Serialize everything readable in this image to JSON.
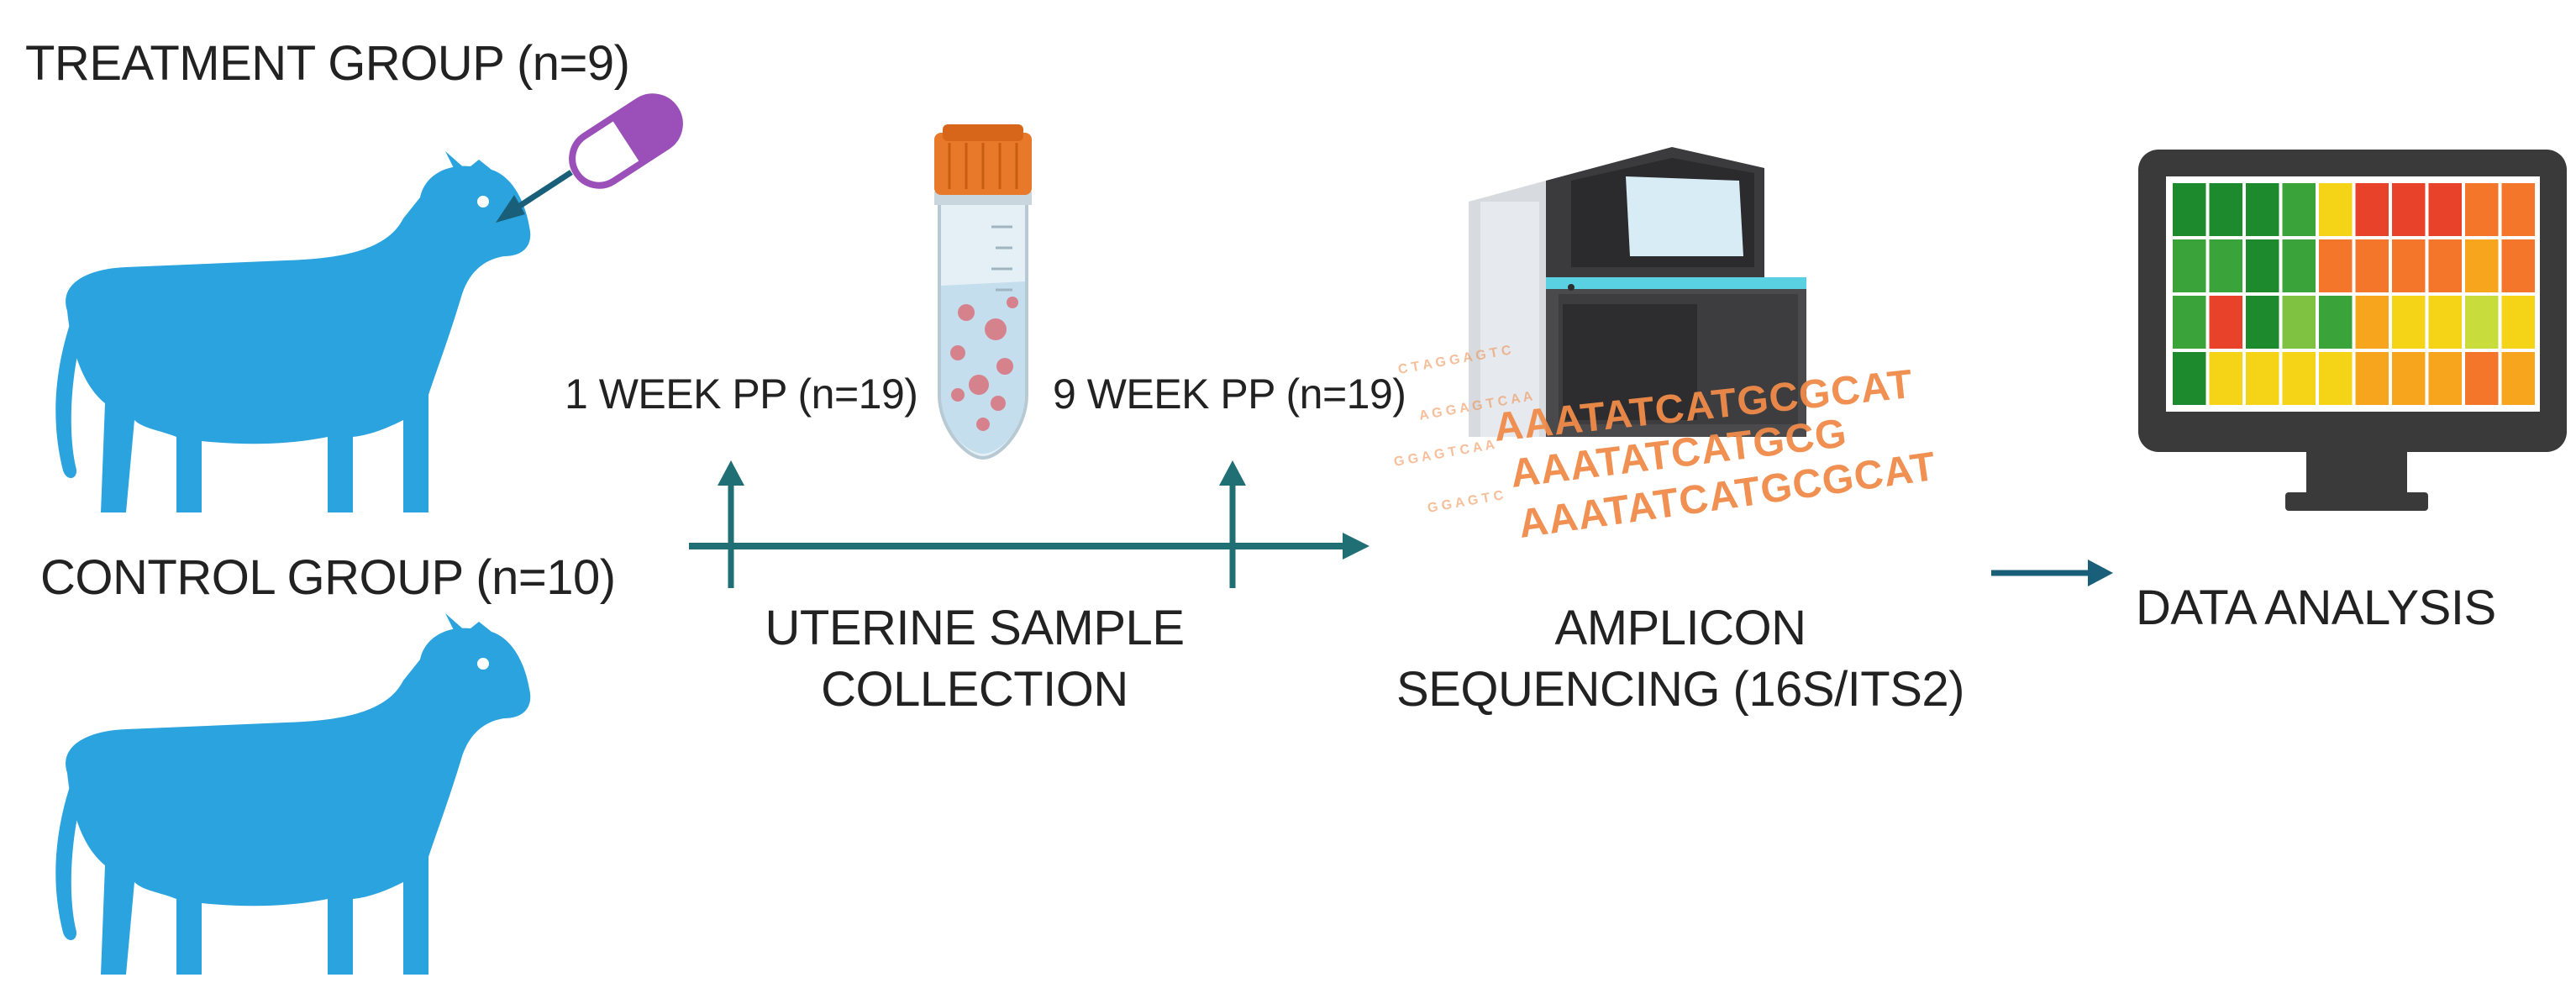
{
  "treatment_group": "TREATMENT GROUP (n=9)",
  "control_group": "CONTROL GROUP (n=10)",
  "timepoint_1": "1 WEEK PP (n=19)",
  "timepoint_2": "9 WEEK PP (n=19)",
  "collection": {
    "line1": "UTERINE SAMPLE",
    "line2": "COLLECTION"
  },
  "sequencing": {
    "line1": "AMPLICON",
    "line2": "SEQUENCING (16S/ITS2)"
  },
  "analysis": "DATA ANALYSIS",
  "dna_strings": [
    "AAATATCATGCGCAT",
    "AAATATCATGCG",
    "AAATATCATGCGCAT"
  ],
  "colors": {
    "cow": "#2aa3df",
    "arrow": "#1a5f7a",
    "arrow_teal": "#1f6f75",
    "pill_purple": "#9b4fb8",
    "tube_cap": "#e8782a",
    "dna": "#f08c4a",
    "monitor": "#3a3a3a"
  },
  "icons": [
    "cow-icon",
    "pill-icon",
    "sample-tube-icon",
    "sequencer-icon",
    "dna-sequence-icon",
    "heatmap-monitor-icon"
  ]
}
